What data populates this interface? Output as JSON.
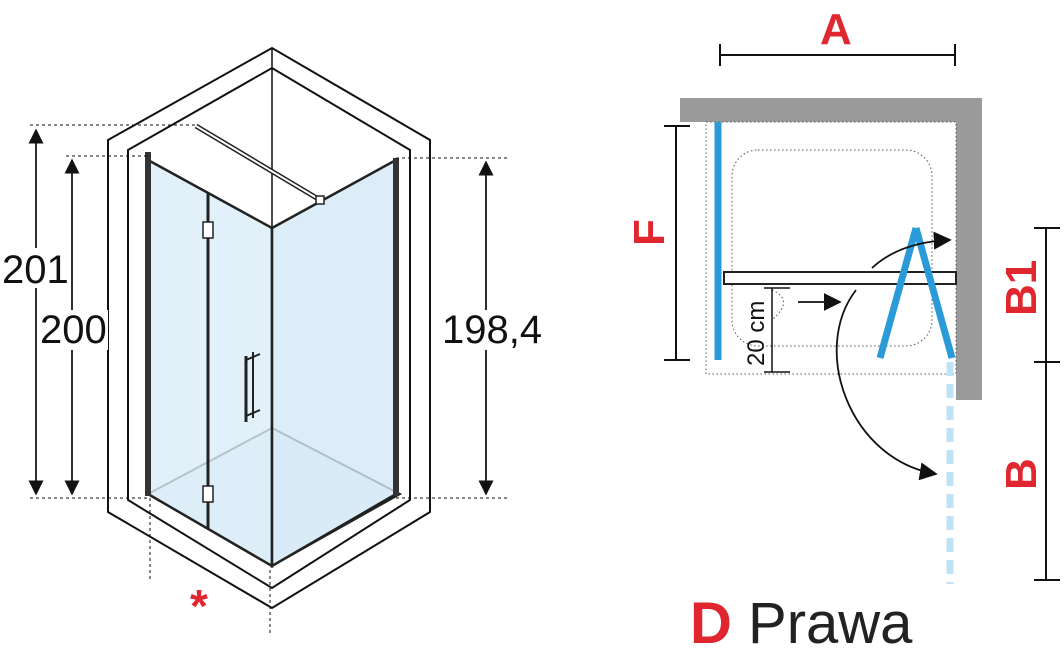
{
  "left_view": {
    "dim_total": "201",
    "dim_inner": "200",
    "dim_right": "198,4",
    "asterisk": "*"
  },
  "plan_view": {
    "label_a": "A",
    "label_f": "F",
    "label_b1": "B1",
    "label_b": "B",
    "gap_label": "20 cm"
  },
  "footer": {
    "variant_letter": "D",
    "variant_word": "Prawa"
  },
  "colors": {
    "red_label": "#e0262e",
    "glass_blue": "#2a9bd8",
    "glass_light": "#bfe2f5",
    "wall_gray": "#9a9a9a"
  }
}
